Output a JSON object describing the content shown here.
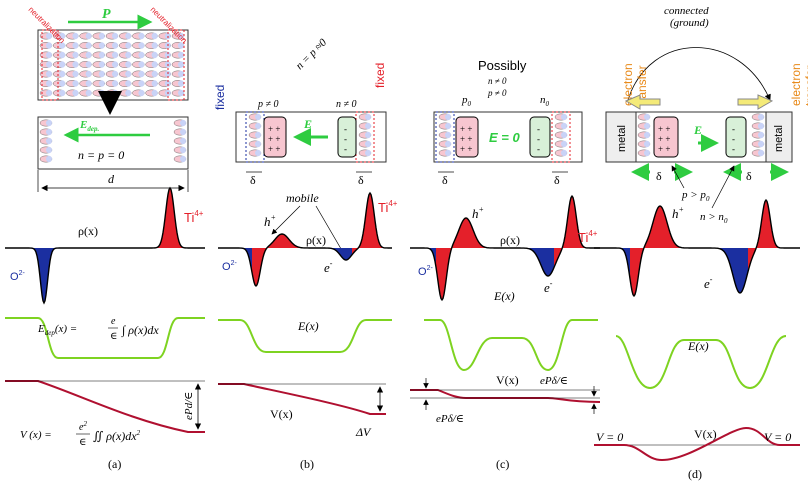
{
  "colors": {
    "red": "#e4202a",
    "blue": "#1b2fa0",
    "green": "#7ed321",
    "darkred": "#b01030",
    "arrowGreen": "#2ecc40",
    "pink": "#f7c6d0",
    "lightGreen": "#d8f0d8",
    "orange": "#e88a1a",
    "yellow": "#f4ea78"
  },
  "panel_a": {
    "neutralization_left": "neutralization",
    "neutralization_right": "neutralization",
    "p_label": "P",
    "edep_label": "E",
    "edep_sub": "dep.",
    "npz": "n = p = 0",
    "d": "d",
    "ti": "Ti",
    "ti_sup": "4+",
    "o": "O",
    "o_sup": "2-",
    "rho": "ρ(x)",
    "edep_formula": "E",
    "edep_formula_sub": "dep",
    "edep_formula_rest": "(x) =",
    "frac_e": "e",
    "frac_eps": "∈",
    "integral_term": "∫ ρ(x)dx",
    "v_formula": "V (x) =",
    "frac_e2": "e",
    "frac_e2_sup": "2",
    "frac_eps2": "∈",
    "double_integral": "∬ ρ(x)dx",
    "dx_sup": "2",
    "ePd": "ePd/∈",
    "caption": "(a)"
  },
  "panel_b": {
    "fixed_left": "fixed",
    "fixed_right": "fixed",
    "npz": "n = p ≈0",
    "p_neq": "p ≠ 0",
    "n_neq": "n ≠ 0",
    "e_label": "E",
    "delta_left": "δ",
    "delta_right": "δ",
    "mobile": "mobile",
    "h": "h",
    "h_sup": "+",
    "e_minus": "e",
    "e_sup": "-",
    "ti": "Ti",
    "ti_sup": "4+",
    "o": "O",
    "o_sup": "2-",
    "rho": "ρ(x)",
    "E": "E(x)",
    "V": "V(x)",
    "dV": "ΔV",
    "caption": "(b)"
  },
  "panel_c": {
    "possibly": "Possibly",
    "n_neq": "n ≠ 0",
    "p_neq": "p ≠ 0",
    "p0": "p",
    "p0_sub": "0",
    "n0": "n",
    "n0_sub": "0",
    "e0": "E = 0",
    "delta_left": "δ",
    "delta_right": "δ",
    "h": "h",
    "h_sup": "+",
    "e_minus": "e",
    "e_sup": "-",
    "ti": "Ti",
    "ti_sup": "4+",
    "o": "O",
    "o_sup": "2-",
    "rho": "ρ(x)",
    "E": "E(x)",
    "V": "V(x)",
    "ePdelta_top": "ePδ/∈",
    "ePdelta_bottom": "ePδ/∈",
    "caption": "(c)"
  },
  "panel_d": {
    "connected": "connected",
    "ground": "(ground)",
    "et_left": "electron",
    "et_left2": "transfer",
    "et_right": "electron",
    "et_right2": "transfer",
    "metal_left": "metal",
    "metal_right": "metal",
    "e_label": "E",
    "delta_left": "δ",
    "delta_right": "δ",
    "p_gt": "p > p",
    "p_gt_sub": "0",
    "n_gt": "n > n",
    "n_gt_sub": "0",
    "h": "h",
    "h_sup": "+",
    "e_minus": "e",
    "e_sup": "-",
    "E": "E(x)",
    "V": "V(x)",
    "v0_left": "V = 0",
    "v0_right": "V = 0",
    "caption": "(d)"
  }
}
